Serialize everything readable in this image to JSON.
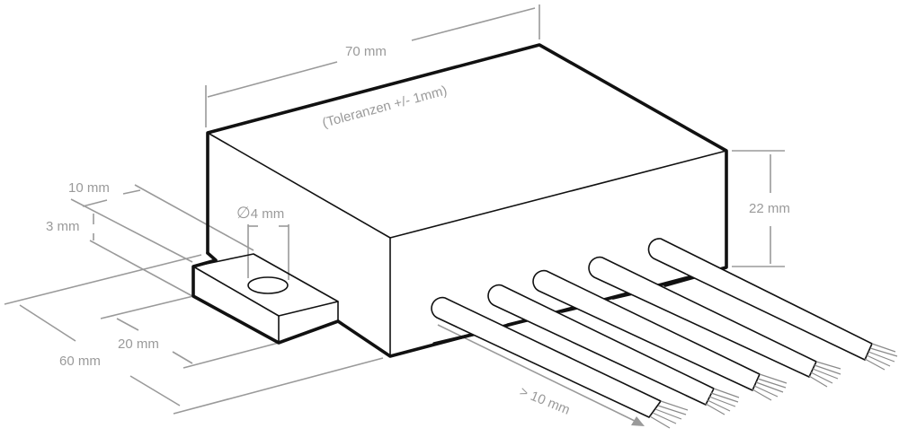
{
  "diagram": {
    "title": "Module dimension drawing",
    "colors": {
      "outline": "#111111",
      "dimension_lines": "#9a9a9a",
      "labels": "#9a9a9a",
      "background": "#ffffff"
    },
    "labels": {
      "length": "70 mm",
      "tolerance": "(Toleranzen +/- 1mm)",
      "height": "22 mm",
      "tab_depth": "10 mm",
      "tab_thickness": "3 mm",
      "hole_diameter_symbol": "∅",
      "hole_diameter": "4 mm",
      "tab_width": "20 mm",
      "width": "60 mm",
      "wire_length": "> 10 mm"
    },
    "wires": {
      "count": 5
    }
  }
}
